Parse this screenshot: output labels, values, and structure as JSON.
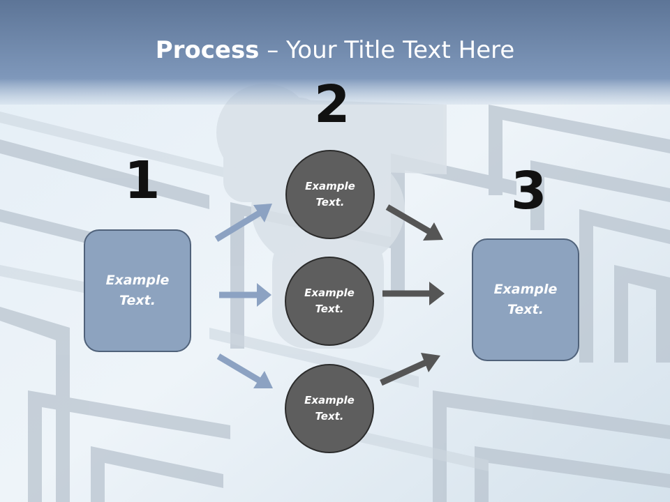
{
  "title": {
    "bold": "Process",
    "rest": " – Your Title Text Here"
  },
  "steps": {
    "one": "1",
    "two": "2",
    "three": "3"
  },
  "left_box": {
    "text": "Example Text."
  },
  "right_box": {
    "text": "Example Text."
  },
  "circles": [
    {
      "text": "Example Text."
    },
    {
      "text": "Example Text."
    },
    {
      "text": "Example Text."
    }
  ],
  "colors": {
    "header": "#6e88aa",
    "box_fill": "#8da3bf",
    "circle_fill": "#5e5e5e",
    "arrow_blue": "#8ca2c2",
    "arrow_dark": "#555555"
  }
}
